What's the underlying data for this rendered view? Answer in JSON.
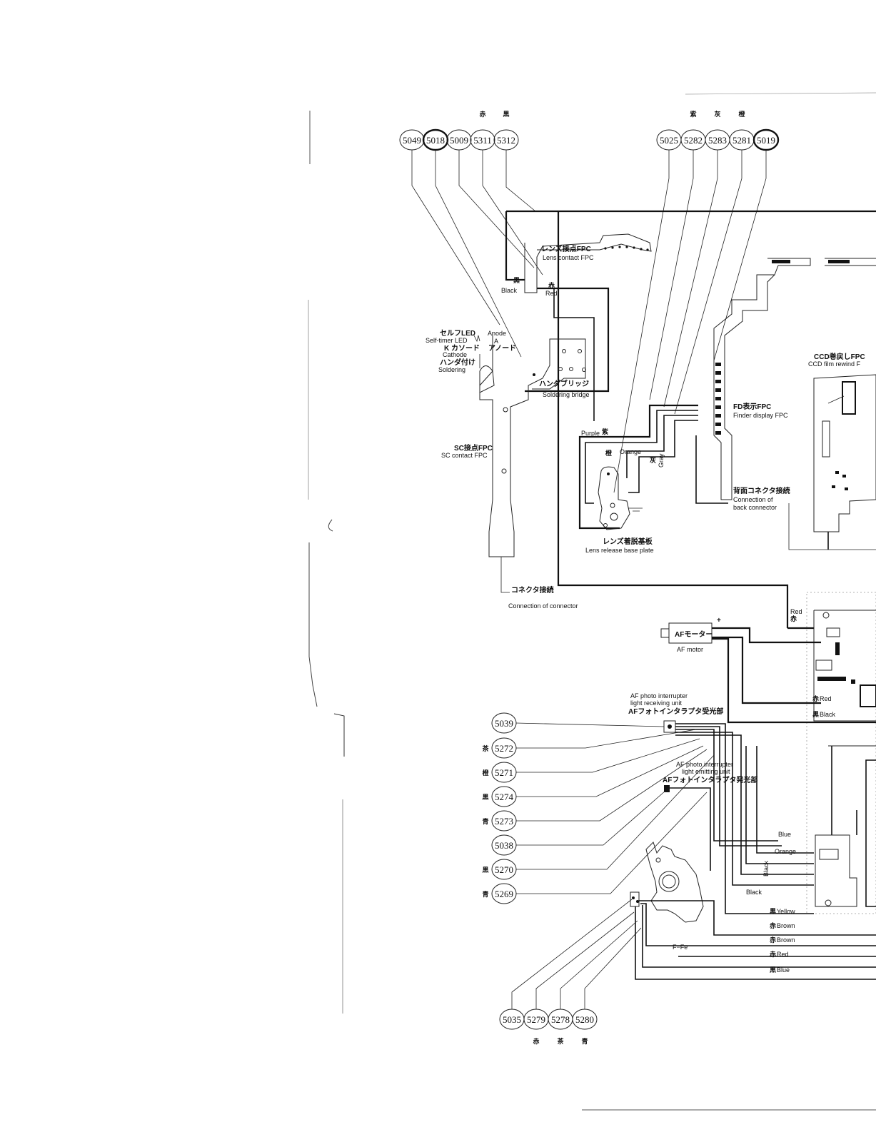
{
  "callouts": {
    "top_left": [
      "5049",
      "5018",
      "5009",
      "5311",
      "5312"
    ],
    "top_left_marks": [
      "赤",
      "黒"
    ],
    "top_middle": [
      "5025",
      "5282",
      "5283",
      "5281",
      "5019"
    ],
    "top_middle_marks": [
      "紫",
      "灰",
      "橙"
    ],
    "left_column": [
      "5039",
      "5272",
      "5271",
      "5274",
      "5273",
      "5038",
      "5270",
      "5269"
    ],
    "left_column_marks": [
      "茶",
      "橙",
      "黒",
      "青",
      "黒",
      "青"
    ],
    "bottom": [
      "5035",
      "5279",
      "5278",
      "5280"
    ],
    "bottom_marks": [
      "赤",
      "茶",
      "青"
    ]
  },
  "labels": {
    "lens_contact_jp": "レンズ接点FPC",
    "lens_contact_en": "Lens contact FPC",
    "black": "Black",
    "red": "Red",
    "black_mark": "黒",
    "red_mark": "赤",
    "self_timer_jp": "セルフLED",
    "self_timer_en": "Self-timer LED",
    "anode_en": "Anode",
    "anode_a": "A",
    "anode_jp": "アノード",
    "cathode_k": "K カソード",
    "cathode_en": "Cathode",
    "soldering_jp": "ハンダ付け",
    "soldering_en": "Soldering",
    "bridge_jp": "ハンダブリッジ",
    "bridge_en": "Soldering bridge",
    "sc_jp": "SC接点FPC",
    "sc_en": "SC contact FPC",
    "purple": "Purple",
    "purple_mark": "紫",
    "orange": "Orange",
    "orange_mark": "橙",
    "gray": "Gray",
    "gray_mark": "灰",
    "fd_jp": "FD表示FPC",
    "fd_en": "Finder display FPC",
    "ccd_jp": "CCD巻戻しFPC",
    "ccd_en": "CCD film rewind F",
    "back_jp": "背面コネクタ接続",
    "back_en1": "Connection of",
    "back_en2": "back connector",
    "lens_release_jp": "レンズ着脱基板",
    "lens_release_en": "Lens release base plate",
    "connector_jp": "コネクタ接続",
    "connector_en": "Connection of connector",
    "af_motor_jp": "AFモーター",
    "af_motor_en": "AF motor",
    "plus": "+",
    "minus": "−",
    "red2": "Red",
    "red2_mark": "赤",
    "red3": "Red",
    "black2": "Black",
    "af_recv_en1": "AF photo interrupter",
    "af_recv_en2": "light receiving unit",
    "af_recv_jp": "AFフォトインタラプタ受光部",
    "af_emit_en1": "AF photo interrupter",
    "af_emit_en2": "light emitting unit",
    "af_emit_jp": "AFフォトインタラプタ発光部",
    "blue": "Blue",
    "orange2": "Orange",
    "black3": "Black",
    "black4": "Black",
    "yellow": "Yellow",
    "brown1": "Brown",
    "brown2": "Brown",
    "red4": "Red",
    "blue2": "Blue",
    "f_fe": "F−Fe"
  }
}
